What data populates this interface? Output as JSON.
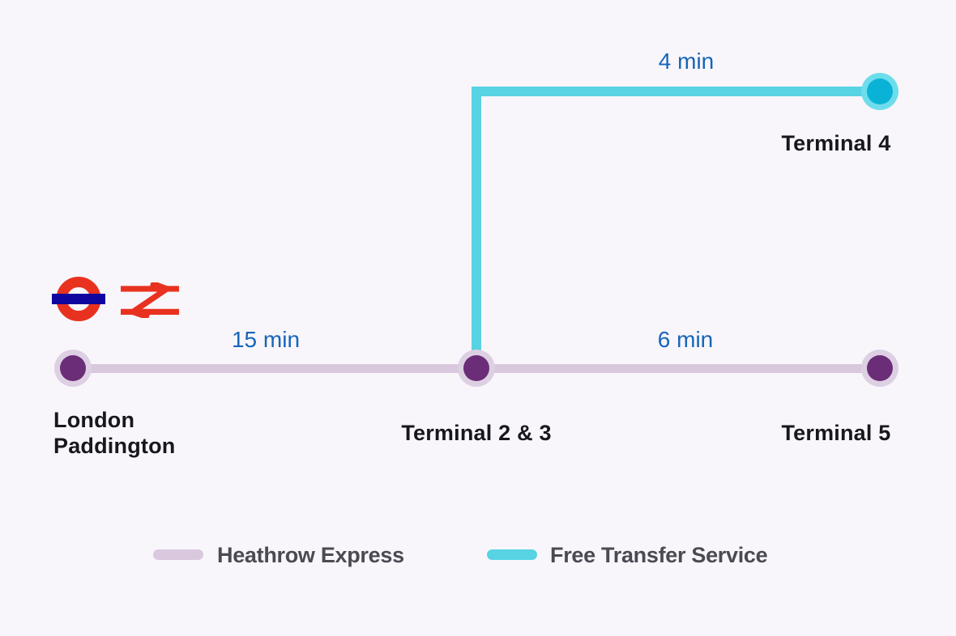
{
  "diagram": {
    "stations": [
      {
        "id": "paddington",
        "label": "London Paddington"
      },
      {
        "id": "terminal23",
        "label": "Terminal 2 & 3"
      },
      {
        "id": "terminal5",
        "label": "Terminal 5"
      },
      {
        "id": "terminal4",
        "label": "Terminal 4"
      }
    ],
    "segments": [
      {
        "from": "London Paddington",
        "to": "Terminal 2 & 3",
        "duration": "15 min",
        "service": "Heathrow Express"
      },
      {
        "from": "Terminal 2 & 3",
        "to": "Terminal 5",
        "duration": "6 min",
        "service": "Heathrow Express"
      },
      {
        "from": "Terminal 2 & 3",
        "to": "Terminal 4",
        "duration": "4 min",
        "service": "Free Transfer Service"
      }
    ]
  },
  "legend": {
    "express_label": "Heathrow Express",
    "transfer_label": "Free Transfer Service"
  },
  "icons": {
    "underground": "london-underground-roundel",
    "rail": "national-rail-double-arrow"
  },
  "colors": {
    "background": "#f8f6fb",
    "express_line": "#d9c8de",
    "transfer_line": "#57d3e4",
    "station_dot": "#6b2d77",
    "station_dot_halo": "#ddd0e3",
    "terminal4_dot": "#0ab3d6",
    "terminal4_dot_halo": "#6eddeb",
    "time_text": "#1765b8",
    "station_text": "#17171c",
    "legend_text": "#4b4a53",
    "roundel_red": "#e8321f",
    "roundel_bar_blue": "#10069F",
    "rail_red": "#e8321f"
  }
}
